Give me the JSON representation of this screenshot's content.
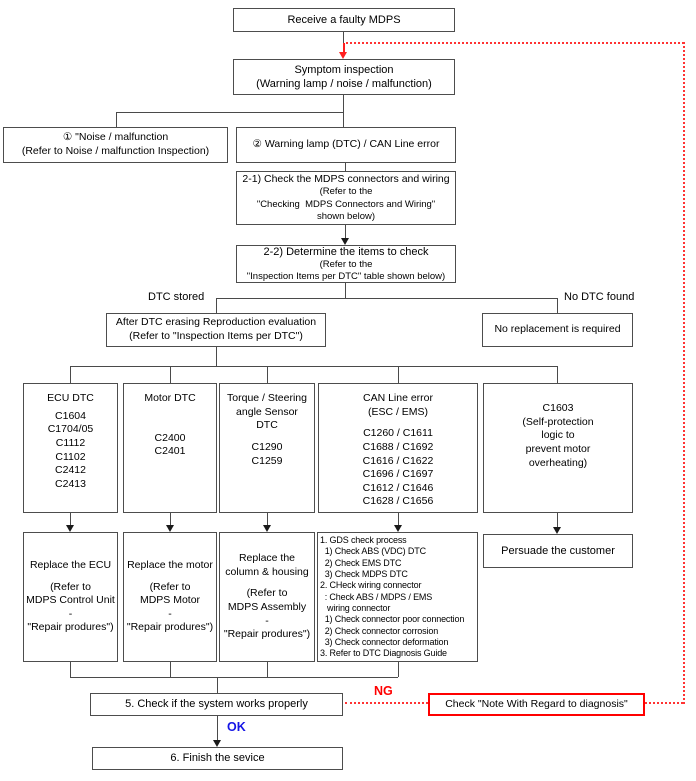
{
  "colors": {
    "accent_red": "#ff0000",
    "accent_blue": "#1414e6",
    "line": "#4a4a4a",
    "box_border": "#4d4d4d"
  },
  "labels": {
    "dtc_stored": "DTC stored",
    "no_dtc_found": "No DTC found",
    "ng": "NG",
    "ok": "OK"
  },
  "nodes": {
    "receive": {
      "label": "Receive a faulty MDPS"
    },
    "symptom": {
      "lines": [
        "Symptom inspection",
        "(Warning lamp / noise / malfunction)"
      ]
    },
    "noise": {
      "lines": [
        "① \"Noise / malfunction",
        "(Refer to Noise / malfunction Inspection)"
      ]
    },
    "warning": {
      "label": "② Warning lamp (DTC) / CAN Line error"
    },
    "check21": {
      "lines": [
        "2-1) Check the MDPS connectors and wiring",
        "(Refer to the",
        "\"Checking  MDPS Connectors and Wiring\"",
        "shown below)"
      ]
    },
    "determine22": {
      "lines": [
        "2-2) Determine the items to check",
        "(Refer to the",
        "\"Inspection Items per DTC\" table shown below)"
      ]
    },
    "after_erase": {
      "lines": [
        "After DTC erasing Reproduction evaluation",
        "(Refer to \"Inspection Items per DTC\")"
      ]
    },
    "no_replacement": {
      "label": "No replacement is required"
    },
    "ecu_dtc": {
      "title": "ECU DTC",
      "codes": [
        "C1604",
        "C1704/05",
        "C1112",
        "C1102",
        "C2412",
        "C2413"
      ]
    },
    "motor_dtc": {
      "title": "Motor DTC",
      "codes": [
        "C2400",
        "C2401"
      ]
    },
    "torque_dtc": {
      "title_lines": [
        "Torque / Steering",
        "angle Sensor",
        "DTC"
      ],
      "codes": [
        "C1290",
        "C1259"
      ]
    },
    "can_error": {
      "title_lines": [
        "CAN Line error",
        "(ESC / EMS)"
      ],
      "codes": [
        "C1260 / C1611",
        "C1688 / C1692",
        "C1616 / C1622",
        "C1696 / C1697",
        "C1612 / C1646",
        "C1628 / C1656"
      ]
    },
    "c1603": {
      "lines": [
        "C1603",
        "(Self-protection",
        "logic to",
        "prevent motor",
        "overheating)"
      ]
    },
    "replace_ecu": {
      "lines": [
        "Replace the ECU",
        "(Refer to",
        "MDPS Control Unit",
        "-",
        "\"Repair produres\")"
      ]
    },
    "replace_motor": {
      "lines": [
        "Replace the motor",
        "(Refer to",
        "MDPS Motor",
        "-",
        "\"Repair produres\")"
      ]
    },
    "replace_column": {
      "lines": [
        "Replace the",
        "column & housing",
        "(Refer to",
        "MDPS Assembly",
        "-",
        "\"Repair produres\")"
      ]
    },
    "gds": {
      "lines": [
        "1. GDS check process",
        "  1) Check ABS (VDC) DTC",
        "  2) Check EMS DTC",
        "  3) Check MDPS DTC",
        "2. CHeck wiring connector",
        "  : Check ABS / MDPS / EMS",
        "   wiring connector",
        "  1) Check connector poor connection",
        "  2) Check connector corrosion",
        "  3) Check connector deformation",
        "3. Refer to DTC Diagnosis Guide"
      ]
    },
    "persuade": {
      "label": "Persuade the customer"
    },
    "check5": {
      "label": "5. Check if the system works properly"
    },
    "note": {
      "label": "Check \"Note With Regard to diagnosis\""
    },
    "finish6": {
      "label": "6. Finish the sevice"
    }
  }
}
